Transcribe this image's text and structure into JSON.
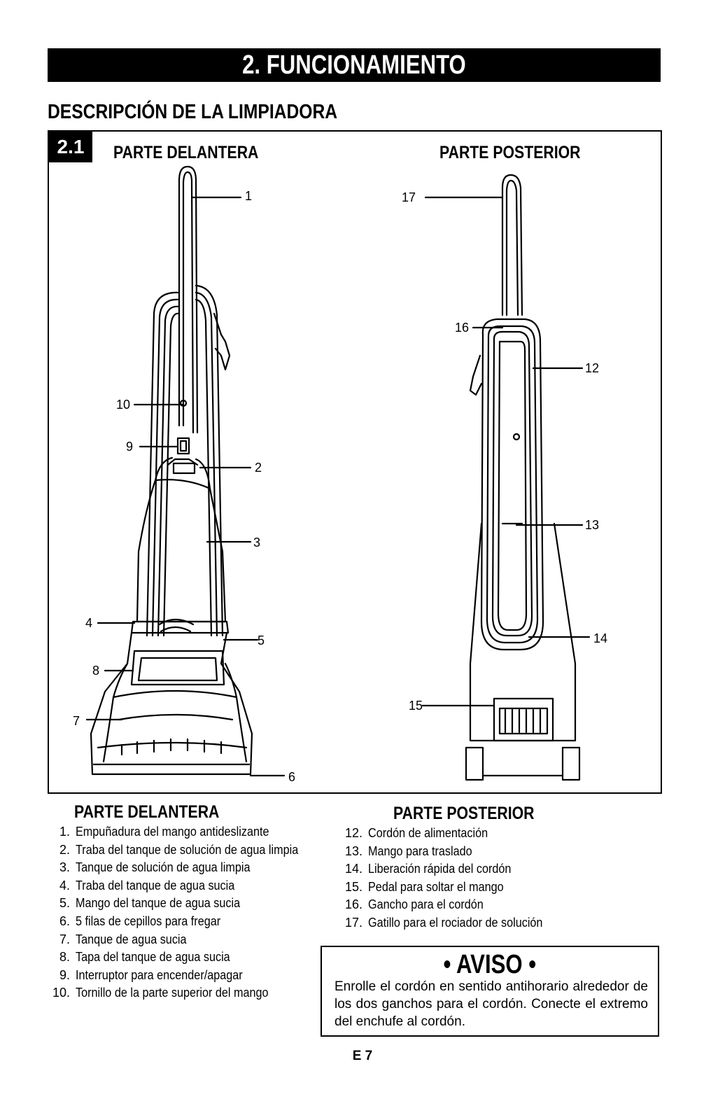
{
  "header": {
    "section_title": "2. FUNCIONAMIENTO",
    "subtitle": "DESCRIPCIÓN DE LA LIMPIADORA"
  },
  "figure": {
    "number": "2.1",
    "front_label": "PARTE DELANTERA",
    "back_label": "PARTE POSTERIOR",
    "callouts": [
      "1",
      "2",
      "3",
      "4",
      "5",
      "6",
      "7",
      "8",
      "9",
      "10",
      "12",
      "13",
      "14",
      "15",
      "16",
      "17"
    ]
  },
  "front_list": {
    "heading": "PARTE DELANTERA",
    "items": [
      {
        "num": "1.",
        "text": "Empuñadura del mango antideslizante"
      },
      {
        "num": "2.",
        "text": "Traba del tanque de solución de agua limpia"
      },
      {
        "num": "3.",
        "text": "Tanque de solución de agua limpia"
      },
      {
        "num": "4.",
        "text": "Traba del tanque de agua sucia"
      },
      {
        "num": "5.",
        "text": "Mango del tanque de agua sucia"
      },
      {
        "num": "6.",
        "text": "5 filas de cepillos para fregar"
      },
      {
        "num": "7.",
        "text": "Tanque de agua sucia"
      },
      {
        "num": "8.",
        "text": "Tapa del tanque de agua sucia"
      },
      {
        "num": "9.",
        "text": "Interruptor para encender/apagar"
      },
      {
        "num": "10.",
        "text": "Tornillo de la parte superior del mango"
      }
    ]
  },
  "back_list": {
    "heading": "PARTE POSTERIOR",
    "items": [
      {
        "num": "12.",
        "text": "Cordón de alimentación"
      },
      {
        "num": "13.",
        "text": "Mango para traslado"
      },
      {
        "num": "14.",
        "text": "Liberación rápida del cordón"
      },
      {
        "num": "15.",
        "text": "Pedal para soltar el mango"
      },
      {
        "num": "16.",
        "text": "Gancho para el cordón"
      },
      {
        "num": "17.",
        "text": "Gatillo para el rociador de solución"
      }
    ]
  },
  "notice": {
    "title": "• AVISO •",
    "body": "Enrolle el cordón en sentido antihorario alrededor de los dos ganchos para el cordón. Conecte el extremo del enchufe al cordón."
  },
  "page_number": "E 7"
}
